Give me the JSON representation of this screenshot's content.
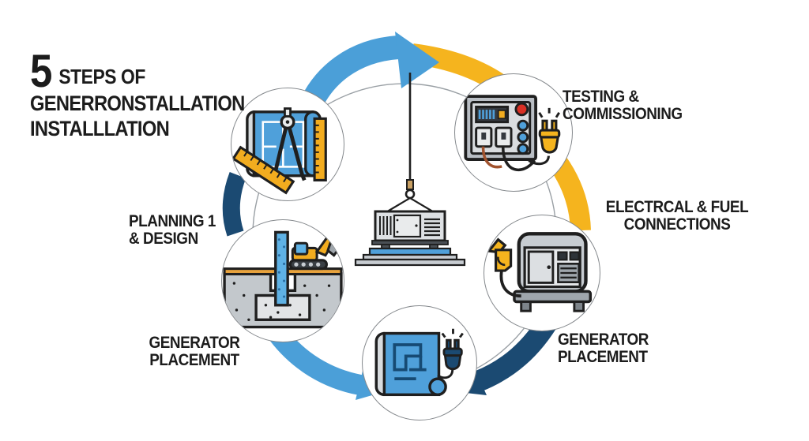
{
  "title": {
    "number": "5",
    "tagline": "STEPS OF",
    "line2": "GENERRONSTALLATION",
    "line3": "INSTALLLATION"
  },
  "labels": {
    "planning": {
      "line1": "PLANNING 1",
      "line2": "& DESIGN"
    },
    "testing": {
      "line1": "TESTING &",
      "line2": "COMMISSIONING"
    },
    "electrical": {
      "line1": "ELECTRCAL & FUEL",
      "line2": "CONNECTIONS"
    },
    "placement_right": {
      "line1": "GENERATOR",
      "line2": "PLACEMENT"
    },
    "placement_left": {
      "line1": "GENERATOR",
      "line2": "PLACEMENT"
    }
  },
  "icons": {
    "step_top_left": "blueprint-compass-icon",
    "step_top_right": "control-panel-plug-icon",
    "step_right": "generator-fuel-nozzle-icon",
    "step_bottom": "blueprint-plug-icon",
    "step_left": "excavator-foundation-icon",
    "center": "crane-lowering-generator-illustration"
  },
  "colors": {
    "light_blue": "#4B9FD8",
    "yellow": "#F5B41E",
    "navy": "#1B4A72",
    "ink": "#1c1c1c",
    "icon_orange": "#F2AC1F",
    "icon_blue": "#4FA0DA",
    "red_button": "#D93025"
  }
}
